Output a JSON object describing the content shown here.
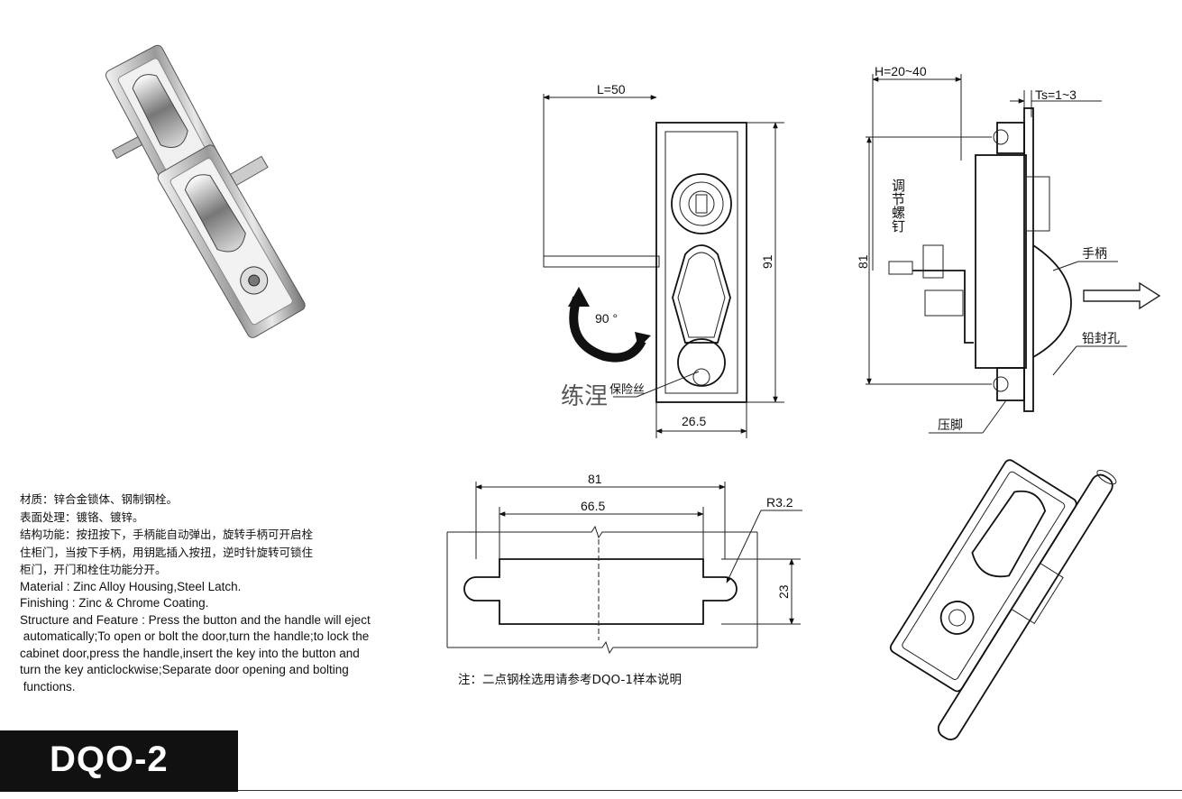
{
  "front_view": {
    "width_label": "L=50",
    "height_label": "91",
    "bottom_label": "26.5",
    "rotation_label": "90 °",
    "safety_wire_label": "保险丝",
    "watermark": "练涅"
  },
  "side_view": {
    "h_label": "H=20~40",
    "ts_label": "Ts=1~3",
    "height_label": "81",
    "screw_label": "调节螺钉",
    "handle_label": "手柄",
    "seal_hole_label": "铅封孔",
    "foot_label": "压脚"
  },
  "cutout_view": {
    "width_label": "81",
    "inner_width_label": "66.5",
    "radius_label": "R3.2",
    "height_label": "23"
  },
  "specs": {
    "cn_line1": "材质：锌合金锁体、钢制钢栓。",
    "cn_line2": "表面处理：镀铬、镀锌。",
    "cn_line3": "结构功能：按扭按下，手柄能自动弹出，旋转手柄可开启栓",
    "cn_line4": "住柜门，当按下手柄，用钥匙插入按扭，逆时针旋转可锁住",
    "cn_line5": "柜门，开门和栓住功能分开。",
    "en_line1": "Material : Zinc Alloy Housing,Steel Latch.",
    "en_line2": "Finishing : Zinc & Chrome Coating.",
    "en_line3": "Structure and Feature : Press the button and the handle will eject",
    "en_line4": " automatically;To open or bolt the door,turn the handle;to lock the",
    "en_line5": "cabinet door,press the handle,insert the key into the button and",
    "en_line6": "turn the key anticlockwise;Separate door opening and bolting",
    "en_line7": " functions."
  },
  "note": "注：二点钢栓选用请参考DQO-1样本说明",
  "model": "DQO-2"
}
